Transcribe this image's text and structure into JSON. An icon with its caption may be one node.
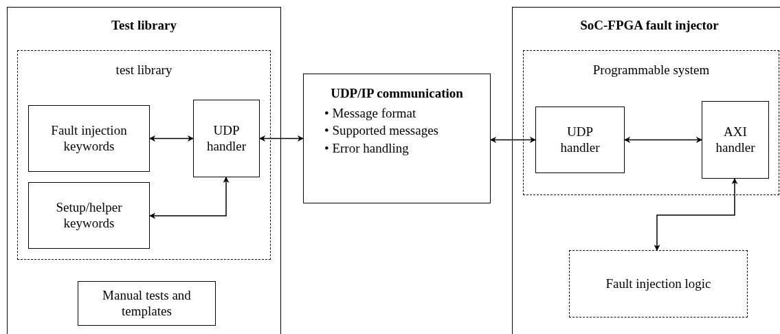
{
  "diagram": {
    "nodes": [
      {
        "text": [
          "Test library"
        ]
      },
      {
        "text": [
          "test library"
        ],
        "in": 0
      },
      {
        "text": [
          "Fault injection keywords"
        ],
        "in": 1
      },
      {
        "text": [
          "UDP handler"
        ],
        "in": 1
      },
      {
        "text": [
          "Setup/helper keywords"
        ],
        "in": 1
      },
      {
        "text": [
          "Manual tests and templates"
        ],
        "in": 0
      },
      {
        "text": [
          "UDP/IP communication",
          "• Message format",
          "• Supported messages",
          "• Error handling"
        ]
      },
      {
        "text": [
          "SoC-FPGA fault injector"
        ]
      },
      {
        "text": [
          "Programmable system"
        ],
        "in": 7
      },
      {
        "text": [
          "UDP handler"
        ],
        "in": 8
      },
      {
        "text": [
          "AXI handler"
        ],
        "in": 8
      },
      {
        "text": [
          "Fault injection logic"
        ],
        "in": 7
      }
    ],
    "edges": [
      {
        "from": 2,
        "to": 3,
        "arrow": "both"
      },
      {
        "from": 4,
        "to": 3,
        "arrow": "both"
      },
      {
        "from": 3,
        "to": 6,
        "arrow": "both"
      },
      {
        "from": 6,
        "to": 9,
        "arrow": "both"
      },
      {
        "from": 9,
        "to": 10,
        "arrow": "both"
      },
      {
        "from": 10,
        "to": 11,
        "arrow": "both"
      }
    ]
  }
}
